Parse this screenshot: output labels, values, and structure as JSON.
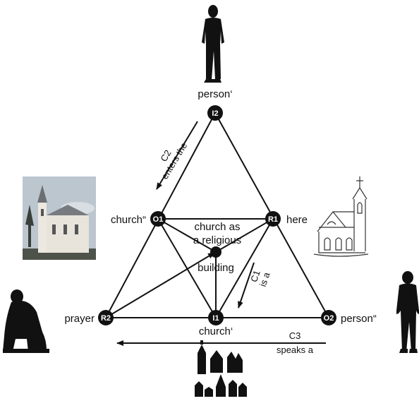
{
  "nodes": {
    "I2": "I2",
    "O1": "O1",
    "R1": "R1",
    "R2": "R2",
    "I1": "I1",
    "O2": "O2"
  },
  "labels": {
    "top_person": "person‘",
    "church_o1": "church“",
    "here": "here",
    "center_line1": "church as",
    "center_line2": "a religious",
    "center_line3": "building",
    "prayer": "prayer",
    "church_i1": "church‘",
    "right_person": "person“"
  },
  "arrows": {
    "c2_code": "C2",
    "c2_text": "enters the",
    "c1_code": "C1",
    "c1_text": "is a",
    "c3_code": "C3",
    "c3_text": "speaks a"
  },
  "colors": {
    "node_fill": "#111111",
    "line": "#111111",
    "photo_sky": "#b9c3cd",
    "photo_ground": "#4a4f48"
  }
}
